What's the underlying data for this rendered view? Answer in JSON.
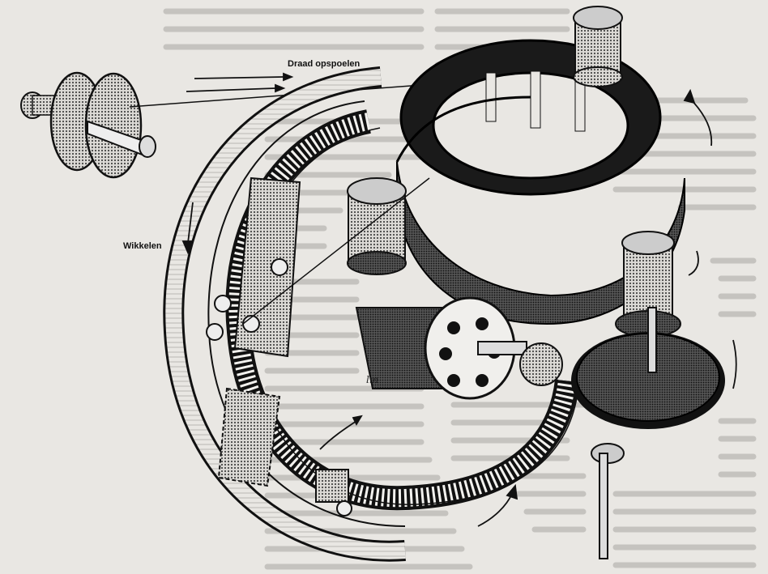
{
  "labels": {
    "spool_label": "Draad opspoelen",
    "wind_label": "Wikkelen"
  },
  "colors": {
    "paper": "#e9e7e3",
    "ink": "#111111",
    "halftone": "#6b6b6b",
    "background_text": "#9a9894"
  },
  "signature_text": "lm"
}
